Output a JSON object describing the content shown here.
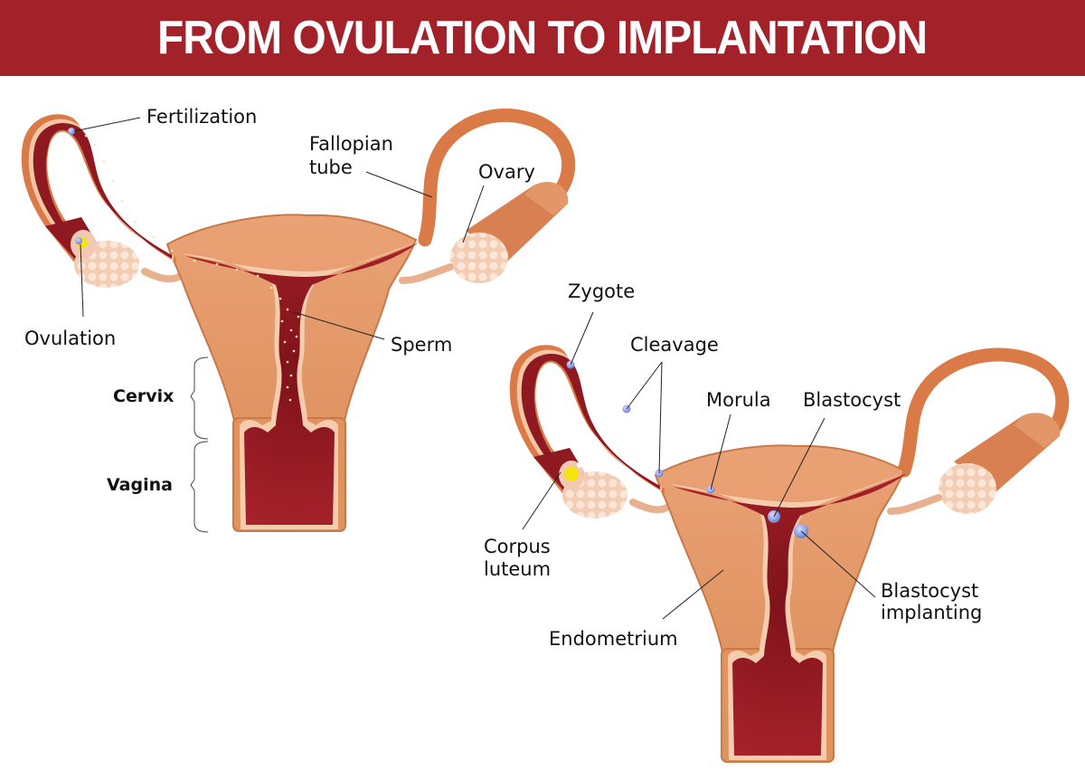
{
  "title": "FROM OVULATION TO IMPLANTATION",
  "colors": {
    "banner": "#a3222a",
    "tissue": "#e0935e",
    "tissue_dark": "#c96b3c",
    "cavity": "#9e1b24",
    "lining": "#f6d2b4",
    "ovary": "#f7d9c4",
    "cell": "#8f9fe0",
    "corpus_luteum": "#f4e60a"
  },
  "left_diagram": {
    "labels": {
      "fertilization": "Fertilization",
      "fallopian_tube_1": "Fallopian",
      "fallopian_tube_2": "tube",
      "ovary": "Ovary",
      "ovulation": "Ovulation",
      "sperm": "Sperm",
      "cervix": "Cervix",
      "vagina": "Vagina"
    }
  },
  "right_diagram": {
    "labels": {
      "zygote": "Zygote",
      "cleavage": "Cleavage",
      "morula": "Morula",
      "blastocyst": "Blastocyst",
      "corpus_luteum_1": "Corpus",
      "corpus_luteum_2": "luteum",
      "blastocyst_implanting_1": "Blastocyst",
      "blastocyst_implanting_2": "implanting",
      "endometrium": "Endometrium"
    }
  }
}
